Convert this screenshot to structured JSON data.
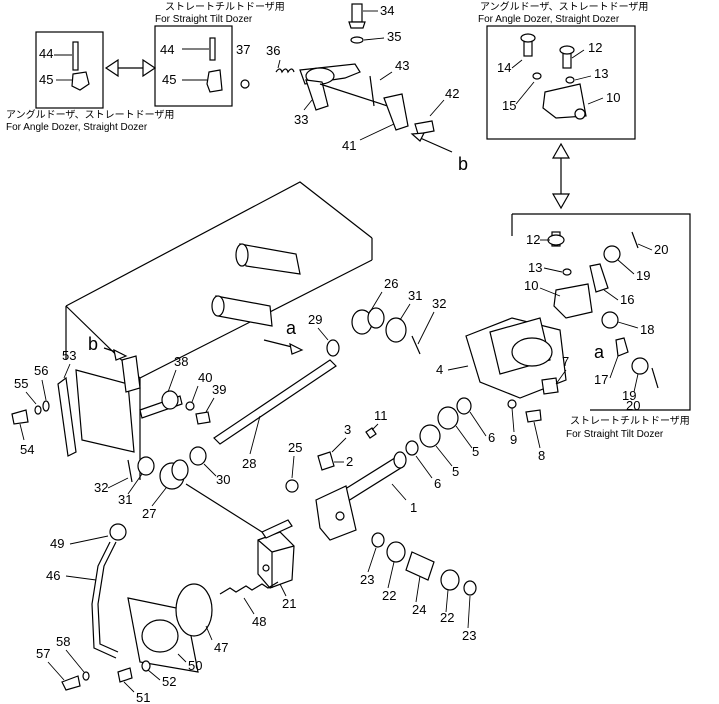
{
  "captions": {
    "top_center_jp": "ストレートチルトドーザ用",
    "top_center_en": "For Straight Tilt Dozer",
    "top_left_jp": "アングルドーザ、ストレートドーザ用",
    "top_left_en": "For Angle Dozer, Straight Dozer",
    "top_right_jp": "アングルドーザ、ストレートドーザ用",
    "top_right_en": "For Angle Dozer, Straight Dozer",
    "right_jp": "ストレートチルトドーザ用",
    "right_en": "For Straight Tilt Dozer"
  },
  "view_markers": {
    "a_left": "a",
    "a_right": "a",
    "b_top": "b",
    "b_left": "b"
  },
  "callouts": {
    "c1": "1",
    "c2": "2",
    "c3": "3",
    "c4": "4",
    "c5a": "5",
    "c5b": "5",
    "c6a": "6",
    "c6b": "6",
    "c7": "7",
    "c8": "8",
    "c9": "9",
    "c10a": "10",
    "c10b": "10",
    "c11": "11",
    "c12a": "12",
    "c12b": "12",
    "c13a": "13",
    "c13b": "13",
    "c14": "14",
    "c15": "15",
    "c16": "16",
    "c17": "17",
    "c18": "18",
    "c19a": "19",
    "c19b": "19",
    "c20a": "20",
    "c20b": "20",
    "c21": "21",
    "c22a": "22",
    "c22b": "22",
    "c23a": "23",
    "c23b": "23",
    "c24": "24",
    "c25": "25",
    "c26": "26",
    "c27": "27",
    "c28": "28",
    "c29": "29",
    "c30": "30",
    "c31a": "31",
    "c31b": "31",
    "c32a": "32",
    "c32b": "32",
    "c33": "33",
    "c34": "34",
    "c35": "35",
    "c36": "36",
    "c37": "37",
    "c38": "38",
    "c39": "39",
    "c40": "40",
    "c41": "41",
    "c42": "42",
    "c43": "43",
    "c44a": "44",
    "c44b": "44",
    "c45a": "45",
    "c45b": "45",
    "c46": "46",
    "c47": "47",
    "c48": "48",
    "c49": "49",
    "c50": "50",
    "c51": "51",
    "c52": "52",
    "c53": "53",
    "c54": "54",
    "c55": "55",
    "c56": "56",
    "c57": "57",
    "c58": "58"
  }
}
